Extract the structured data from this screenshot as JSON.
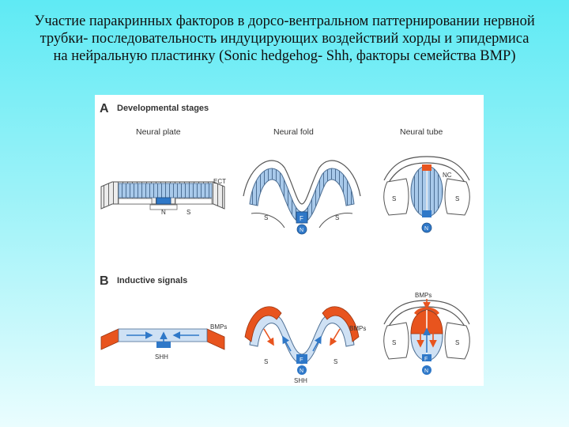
{
  "slide": {
    "title": "Участие паракринных факторов в дорсо-вентральном паттернировании нервной трубки- последовательность индуцирующих воздействий хорды и эпидермиса на нейральную пластинку (Sonic hedgehog- Shh, факторы семейства BMP)"
  },
  "figure": {
    "panel_a": {
      "letter": "A",
      "heading": "Developmental stages",
      "stages": [
        "Neural plate",
        "Neural fold",
        "Neural tube"
      ],
      "labels": {
        "ect": "ECT",
        "n": "N",
        "s": "S",
        "f": "F",
        "nc": "NC"
      }
    },
    "panel_b": {
      "letter": "B",
      "heading": "Inductive signals",
      "labels": {
        "bmps": "BMPs",
        "shh": "SHH",
        "s": "S",
        "f": "F",
        "n": "N",
        "bmps_top": "BMPs"
      }
    },
    "colors": {
      "ectoderm": "#e0e0e0",
      "neural_plate": "#9ec3e6",
      "floor_plate": "#2f78c8",
      "bmp_source": "#e8541e",
      "outline": "#555555"
    }
  }
}
